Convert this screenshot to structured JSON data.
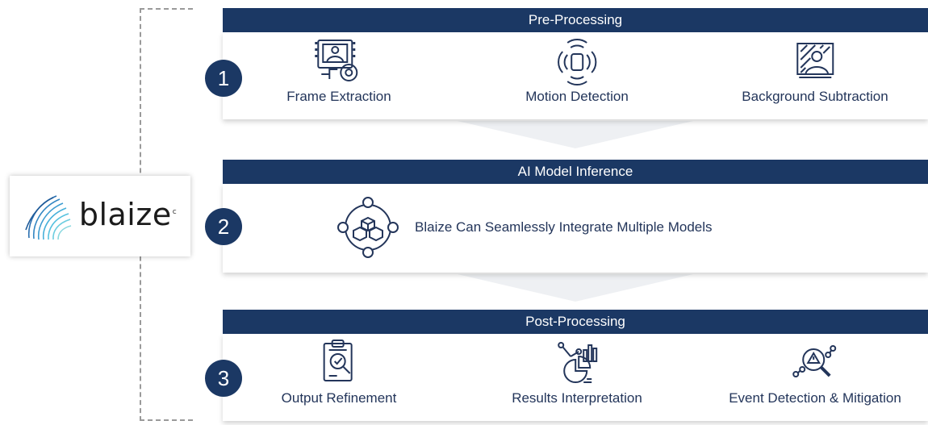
{
  "brand": {
    "name": "blaize",
    "mark": "c",
    "colors": {
      "navy": "#1b3864",
      "text": "#23355a",
      "chevron": "#eef0f3"
    }
  },
  "stages": [
    {
      "number": "1",
      "title": "Pre-Processing",
      "items": [
        {
          "label": "Frame Extraction",
          "icon": "frame-extraction-icon"
        },
        {
          "label": "Motion Detection",
          "icon": "motion-detection-icon"
        },
        {
          "label": "Background Subtraction",
          "icon": "background-subtraction-icon"
        }
      ]
    },
    {
      "number": "2",
      "title": "AI Model Inference",
      "items": [
        {
          "label": "Blaize Can Seamlessly Integrate Multiple Models",
          "icon": "model-integration-icon"
        }
      ]
    },
    {
      "number": "3",
      "title": "Post-Processing",
      "items": [
        {
          "label": "Output Refinement",
          "icon": "output-refinement-icon"
        },
        {
          "label": "Results Interpretation",
          "icon": "results-interpretation-icon"
        },
        {
          "label": "Event Detection & Mitigation",
          "icon": "event-detection-icon"
        }
      ]
    }
  ]
}
